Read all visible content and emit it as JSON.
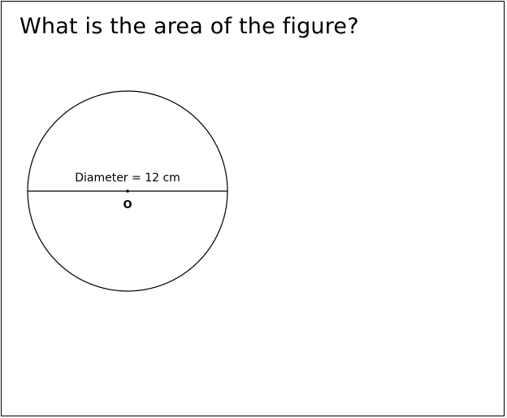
{
  "question": "What is the area of the figure?",
  "figure": {
    "diameter_label": "Diameter = 12 cm",
    "center_label": "O"
  }
}
